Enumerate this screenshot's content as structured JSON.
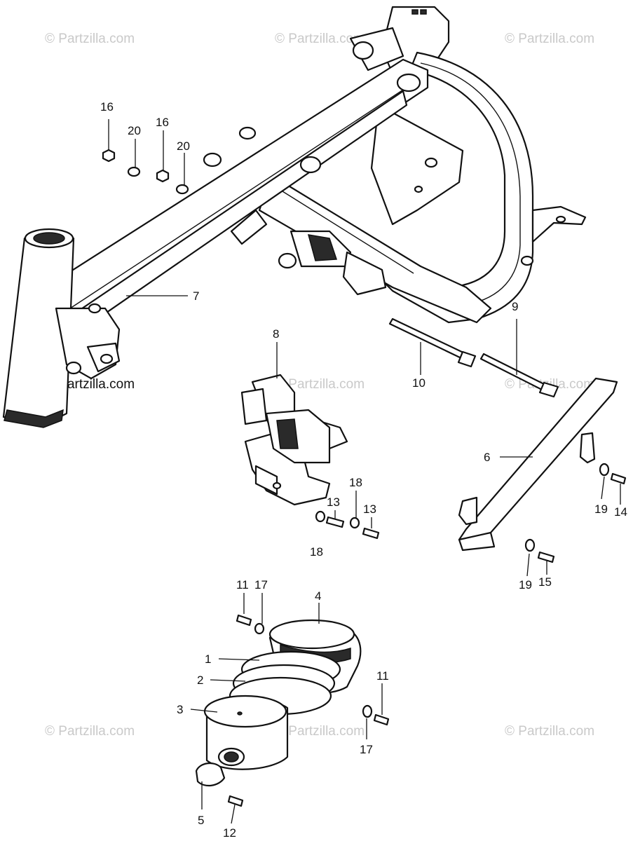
{
  "watermark": {
    "text": "© Partzilla.com",
    "color": "#c9c9c9"
  },
  "callouts": {
    "c1": "1",
    "c2": "2",
    "c3": "3",
    "c4": "4",
    "c5": "5",
    "c6": "6",
    "c7": "7",
    "c8": "8",
    "c9": "9",
    "c10": "10",
    "c11a": "11",
    "c11b": "11",
    "c12": "12",
    "c13a": "13",
    "c13b": "13",
    "c14": "14",
    "c15": "15",
    "c16a": "16",
    "c16b": "16",
    "c17a": "17",
    "c17b": "17",
    "c18a": "18",
    "c18b": "18",
    "c19a": "19",
    "c19b": "19",
    "c20a": "20",
    "c20b": "20"
  }
}
